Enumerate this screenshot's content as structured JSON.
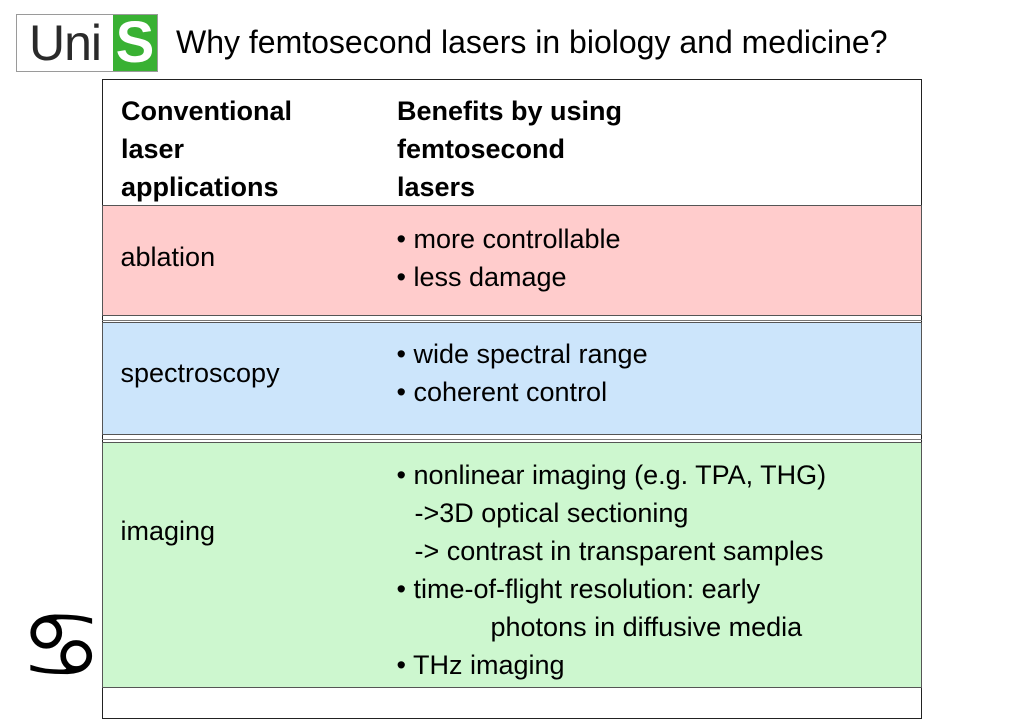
{
  "colors": {
    "ablation_bg": "#ffcccc",
    "spectroscopy_bg": "#cce5fb",
    "imaging_bg": "#cdf7cf",
    "logo_green": "#39b133"
  },
  "logo": {
    "text_left": "Uni",
    "text_right": "S"
  },
  "title": "Why femtosecond lasers in biology and medicine?",
  "table": {
    "header_left": [
      "Conventional",
      "laser",
      "applications"
    ],
    "header_right": [
      "Benefits by using",
      "femtosecond",
      "lasers"
    ],
    "rows": [
      {
        "label": "ablation",
        "benefits": [
          "• more controllable",
          "• less damage"
        ]
      },
      {
        "label": "spectroscopy",
        "benefits": [
          "• wide spectral range",
          "• coherent control"
        ]
      },
      {
        "label": "imaging",
        "benefits": [
          "• nonlinear imaging (e.g. TPA, THG)",
          "->3D optical sectioning",
          "-> contrast in transparent samples",
          "• time-of-flight resolution: early",
          "photons in diffusive media",
          "• THz imaging"
        ]
      }
    ]
  },
  "decoration": {
    "symbol": "♋",
    "icon": "cancer-zodiac-icon"
  }
}
